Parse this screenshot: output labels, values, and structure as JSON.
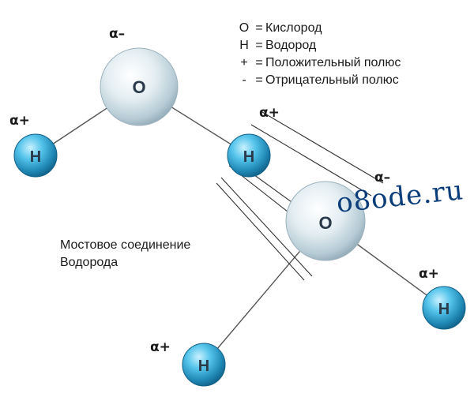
{
  "atoms": {
    "oxygen_label": "O",
    "hydrogen_label": "H"
  },
  "charges": {
    "alpha_minus": "α–",
    "alpha_plus": "α+"
  },
  "legend": [
    {
      "symbol": "O",
      "equals": "=",
      "text": "Кислород"
    },
    {
      "symbol": "H",
      "equals": "=",
      "text": "Водород"
    },
    {
      "symbol": "+",
      "equals": "=",
      "text": "Положительный полюс"
    },
    {
      "symbol": "-",
      "equals": "=",
      "text": "Отрицательный полюс"
    }
  ],
  "caption": {
    "line1": "Мостовое соединение",
    "line2": "Водорода"
  },
  "watermark": "o8ode.ru",
  "colors": {
    "atom_fill": "#cfe6ef",
    "hydrogen_fill": "#2e9ec8",
    "bond": "#555555",
    "label": "#2a3a4a"
  }
}
